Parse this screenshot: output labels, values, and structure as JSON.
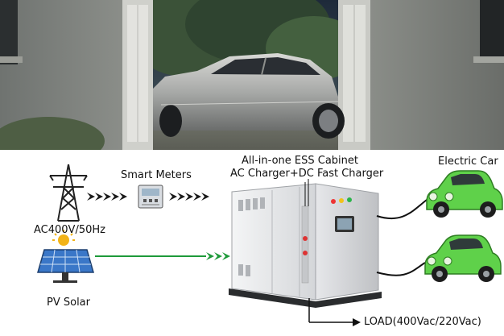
{
  "photo": {
    "scene": "Electric car parked in open garage doorway at night"
  },
  "diagram": {
    "cabinet_title_1": "All-in-one ESS Cabinet",
    "cabinet_title_2": "AC Charger+DC Fast Charger",
    "smart_meters_label": "Smart Meters",
    "grid_label": "AC400V/50Hz",
    "solar_label": "PV Solar",
    "electric_car_label": "Electric Car",
    "load_label": "LOAD(400Vac/220Vac)",
    "colors": {
      "power_arrow": "#1a1a1a",
      "solar_arrow": "#1e9a3a",
      "car_body": "#5fd14a",
      "cabinet": "#e9eaec"
    },
    "icons": [
      "transmission-tower-icon",
      "smart-meter-icon",
      "solar-panel-icon",
      "ess-cabinet-icon",
      "electric-car-icon"
    ]
  }
}
